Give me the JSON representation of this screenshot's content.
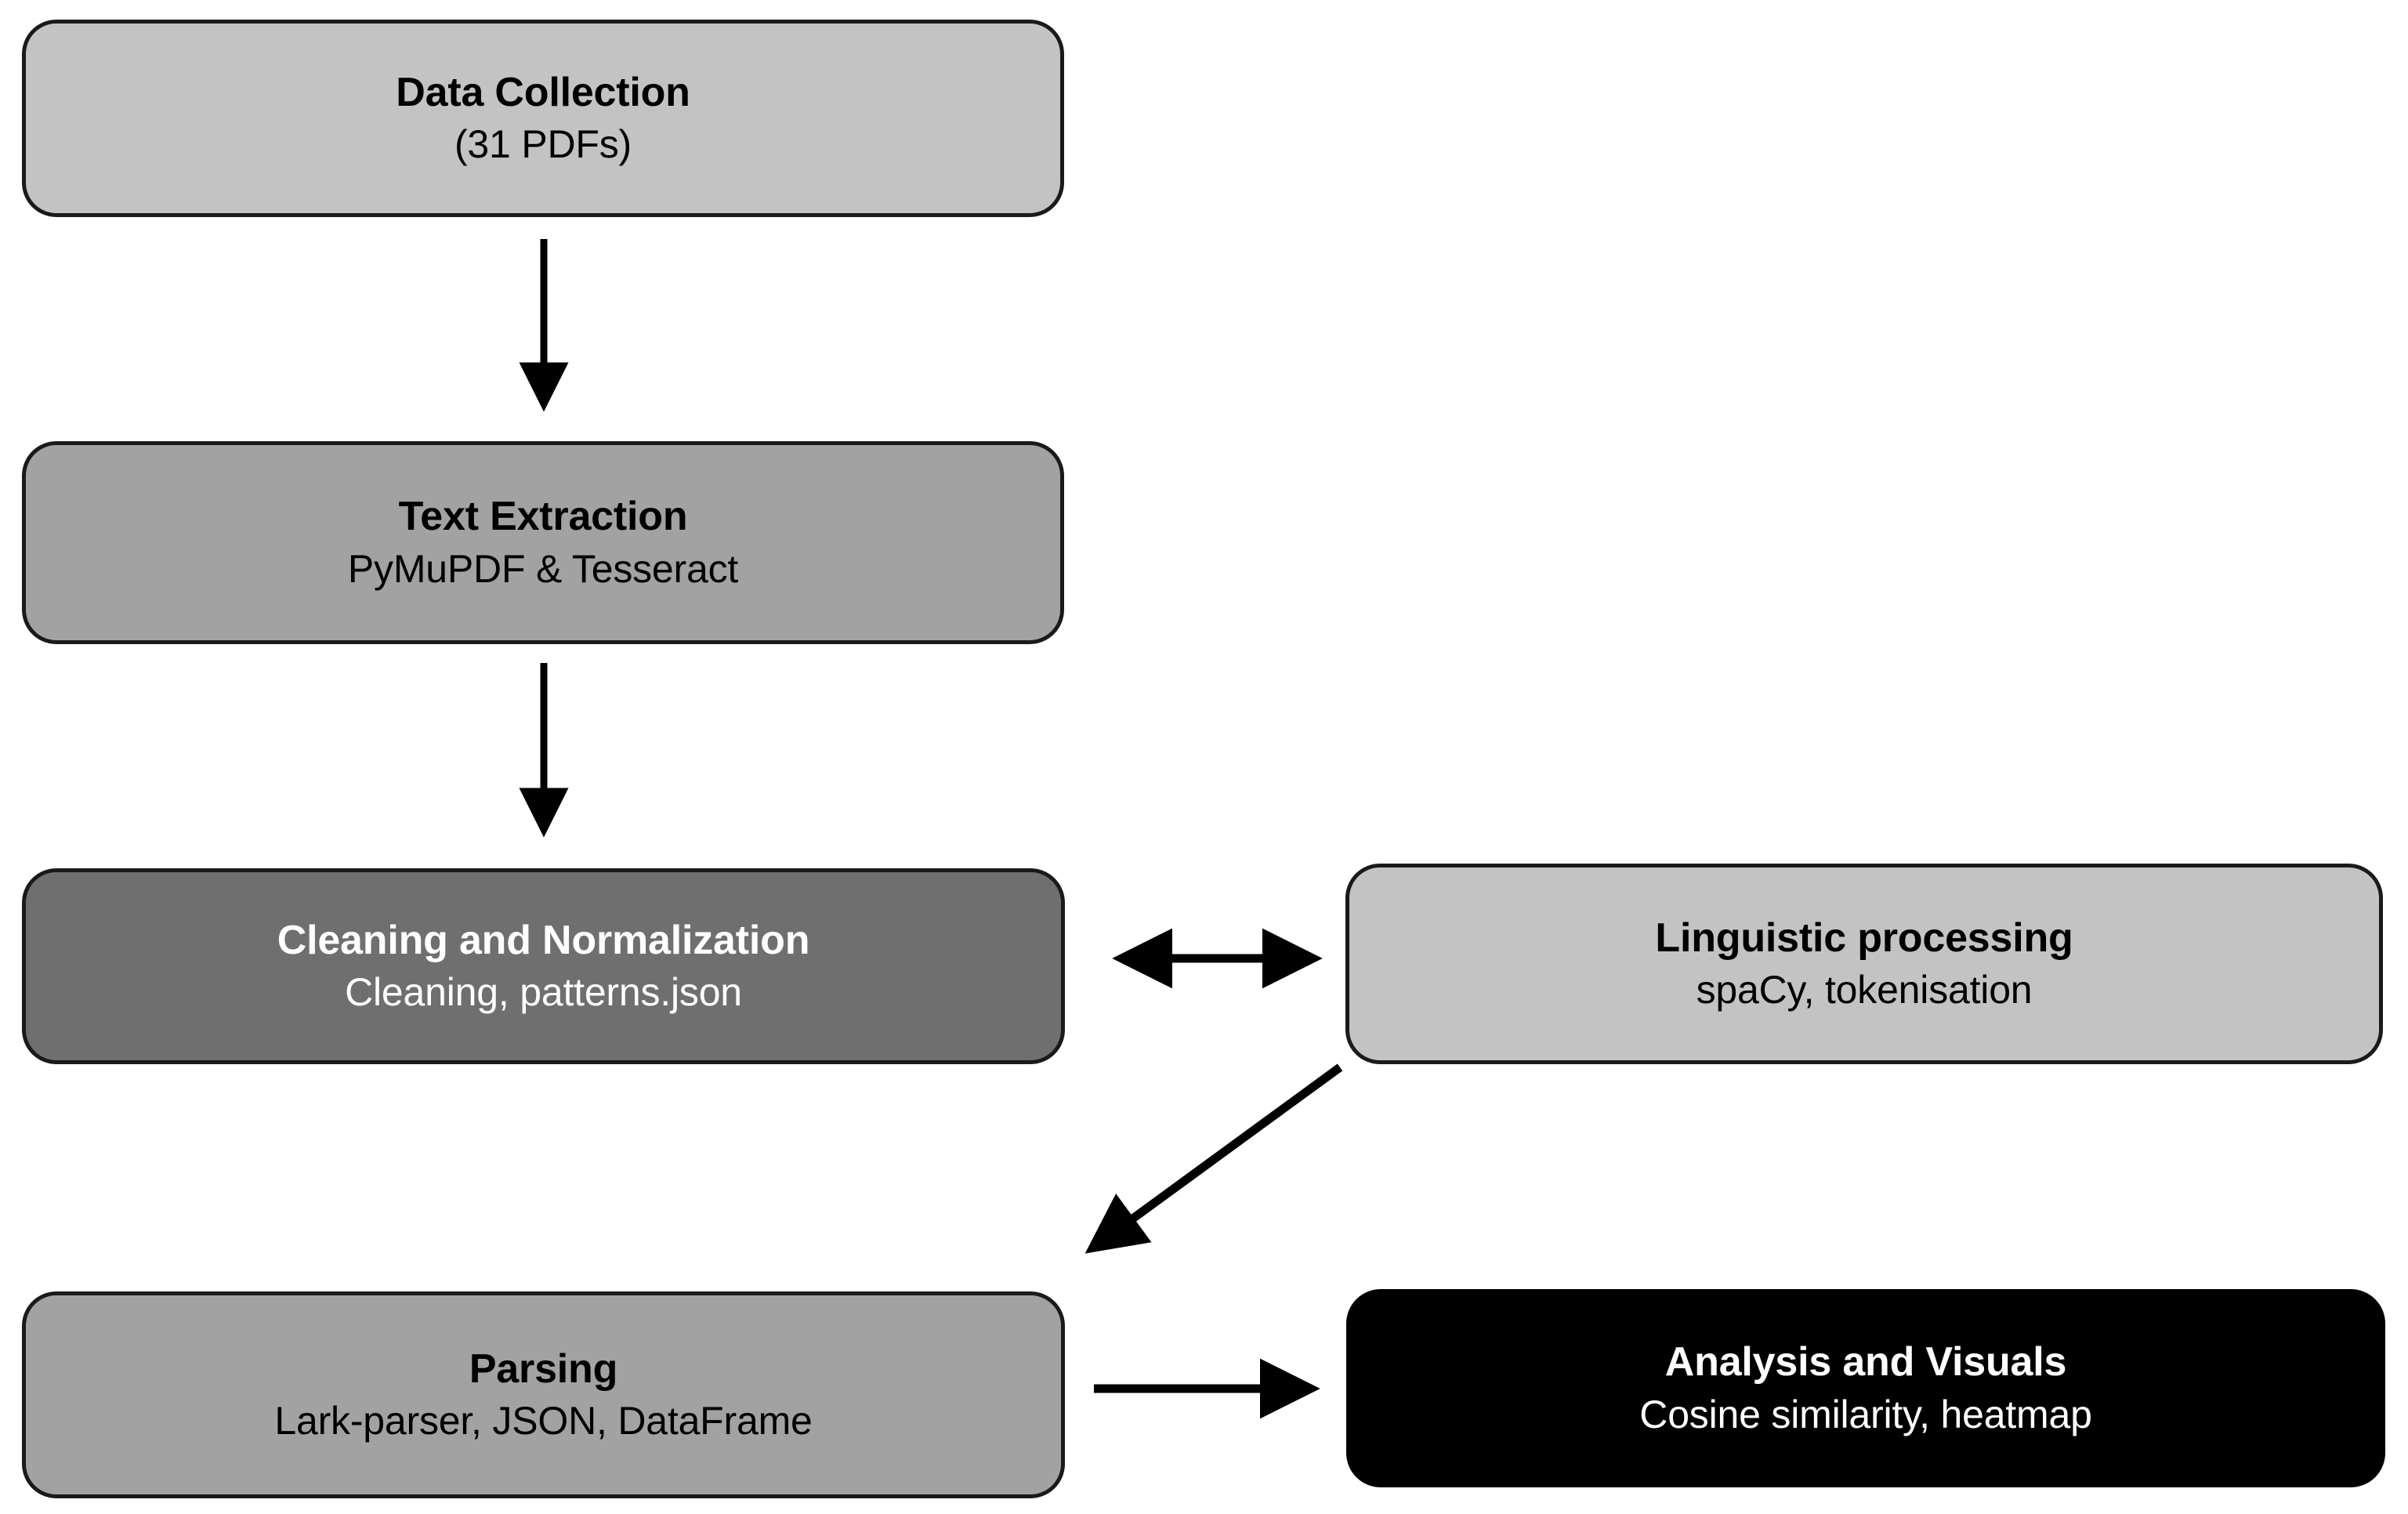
{
  "diagram": {
    "type": "flowchart",
    "orientation": "top-to-bottom",
    "background_color": "#ffffff",
    "edge_color": "#000000",
    "nodes": [
      {
        "id": "data-collection",
        "title": "Data Collection",
        "subtitle": "(31 PDFs)",
        "fill_color": "#c3c3c3",
        "text_color": "#000000",
        "column": "left",
        "row": 1
      },
      {
        "id": "text-extraction",
        "title": "Text Extraction",
        "subtitle": "PyMuPDF & Tesseract",
        "fill_color": "#a2a2a2",
        "text_color": "#000000",
        "column": "left",
        "row": 2
      },
      {
        "id": "cleaning-and-normalization",
        "title": "Cleaning and Normalization",
        "subtitle": "Cleaning, patterns.json",
        "fill_color": "#6f6f6f",
        "text_color": "#ffffff",
        "column": "left",
        "row": 3
      },
      {
        "id": "linguistic-processing",
        "title": "Linguistic processing",
        "subtitle": "spaCy, tokenisation",
        "fill_color": "#c3c3c3",
        "text_color": "#000000",
        "column": "right",
        "row": 3
      },
      {
        "id": "parsing",
        "title": "Parsing",
        "subtitle": "Lark-parser, JSON, DataFrame",
        "fill_color": "#a2a2a2",
        "text_color": "#000000",
        "column": "left",
        "row": 4
      },
      {
        "id": "analysis-and-visuals",
        "title": "Analysis and Visuals",
        "subtitle": "Cosine similarity, heatmap",
        "fill_color": "#000000",
        "text_color": "#ffffff",
        "column": "right",
        "row": 4
      }
    ],
    "edges": [
      {
        "id": "edge-collection-to-extraction",
        "from": "data-collection",
        "to": "text-extraction",
        "direction": "down",
        "arrowheads": "end"
      },
      {
        "id": "edge-extraction-to-cleaning",
        "from": "text-extraction",
        "to": "cleaning-and-normalization",
        "direction": "down",
        "arrowheads": "end"
      },
      {
        "id": "edge-cleaning-to-linguistic",
        "from": "cleaning-and-normalization",
        "to": "linguistic-processing",
        "direction": "horizontal",
        "arrowheads": "both"
      },
      {
        "id": "edge-linguistic-to-parsing",
        "from": "linguistic-processing",
        "to": "parsing",
        "direction": "diagonal-down-left",
        "arrowheads": "end"
      },
      {
        "id": "edge-parsing-to-analysis",
        "from": "parsing",
        "to": "analysis-and-visuals",
        "direction": "right",
        "arrowheads": "end"
      }
    ]
  }
}
